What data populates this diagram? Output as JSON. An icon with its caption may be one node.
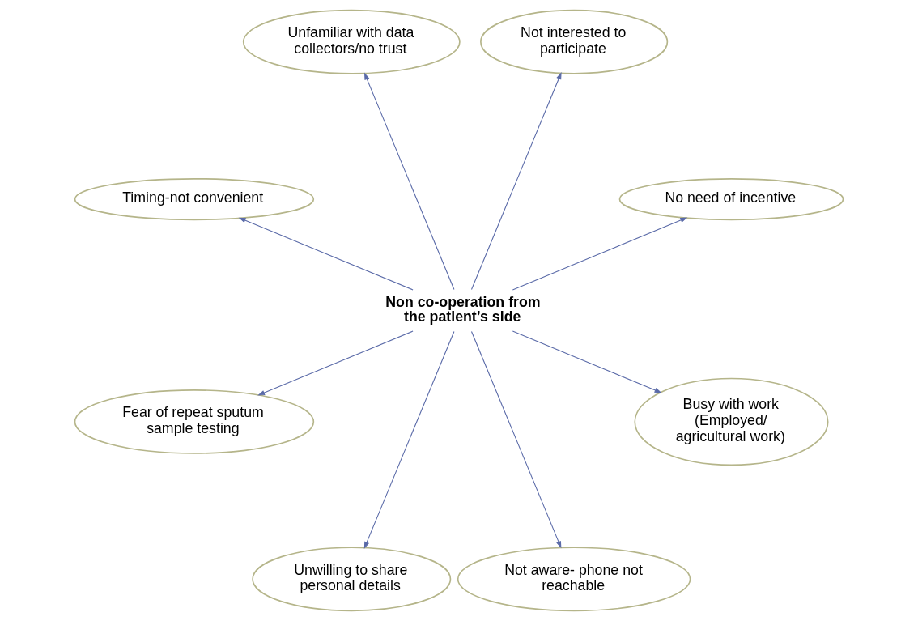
{
  "diagram": {
    "nodes": [
      {
        "text": [
          "Non co-operation from the patient’s side"
        ]
      },
      {
        "text": [
          "No need of incentive"
        ]
      },
      {
        "text": [
          "Not interested to participate"
        ]
      },
      {
        "text": [
          "Unfamiliar with data collectors/no trust"
        ]
      },
      {
        "text": [
          "Timing-not convenient"
        ]
      },
      {
        "text": [
          "Fear of repeat sputum sample testing"
        ]
      },
      {
        "text": [
          "Unwilling to share personal details"
        ]
      },
      {
        "text": [
          "Not aware- phone not reachable"
        ]
      },
      {
        "text": [
          "Busy with work (Employed/ agricultural work)"
        ]
      }
    ],
    "edges": [
      {
        "from": 0,
        "to": 1,
        "arrow": "to"
      },
      {
        "from": 0,
        "to": 2,
        "arrow": "to"
      },
      {
        "from": 0,
        "to": 3,
        "arrow": "to"
      },
      {
        "from": 0,
        "to": 4,
        "arrow": "to"
      },
      {
        "from": 0,
        "to": 5,
        "arrow": "to"
      },
      {
        "from": 0,
        "to": 6,
        "arrow": "to"
      },
      {
        "from": 0,
        "to": 7,
        "arrow": "to"
      },
      {
        "from": 0,
        "to": 8,
        "arrow": "to"
      }
    ]
  }
}
